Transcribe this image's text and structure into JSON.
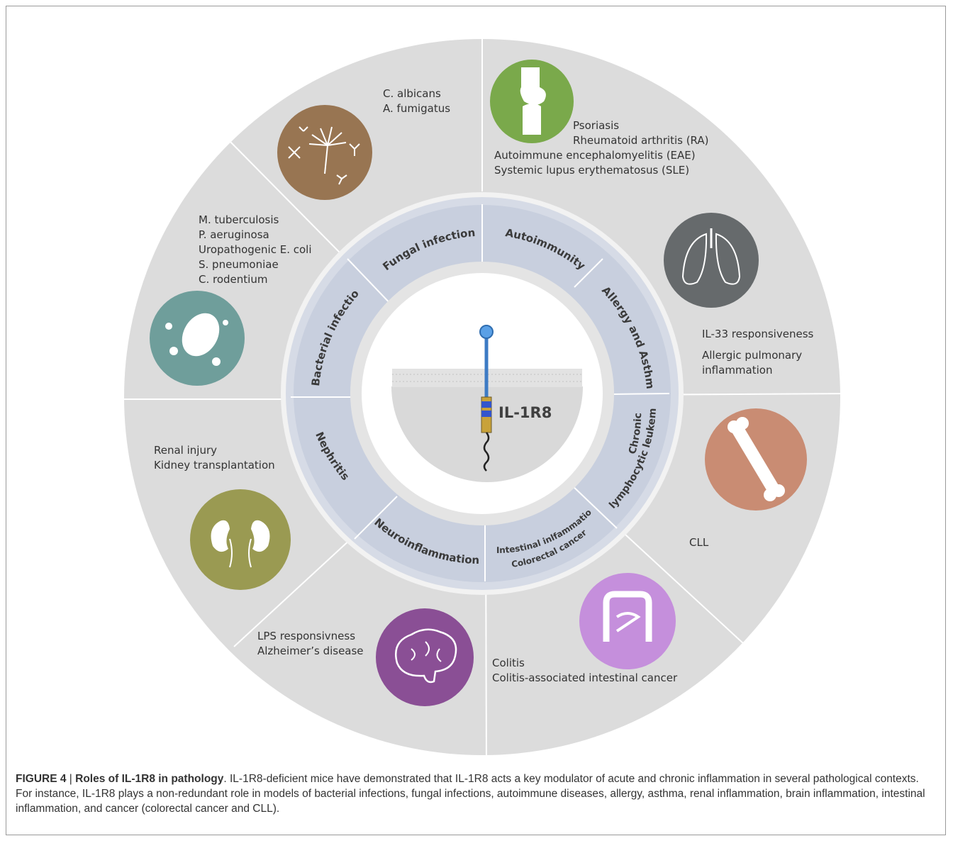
{
  "center": {
    "label": "IL-1R8"
  },
  "segments": [
    {
      "label": "Fungal infections"
    },
    {
      "label": "Autoimmunity"
    },
    {
      "label": "Allergy and Asthma"
    },
    {
      "label_line1": "Chronic",
      "label_line2": "lymphocytic leukemia"
    },
    {
      "label_line1": "Intestinal inlfammation",
      "label_line2": "Colorectal cancer"
    },
    {
      "label": "Neuroinflammation"
    },
    {
      "label": "Nephritis"
    },
    {
      "label": "Bacterial infections"
    }
  ],
  "outer": {
    "fungal": [
      "C. albicans",
      "A. fumigatus"
    ],
    "autoimmunity": [
      "Psoriasis",
      "Rheumatoid arthritis (RA)",
      "Autoimmune encephalomyelitis (EAE)",
      "Systemic lupus erythematosus (SLE)"
    ],
    "bacterial": [
      "M. tuberculosis",
      "P. aeruginosa",
      "Uropathogenic E. coli",
      "S. pneumoniae",
      "C. rodentium"
    ],
    "allergy": [
      "IL-33 responsiveness",
      "Allergic pulmonary",
      "inflammation"
    ],
    "renal": [
      "Renal injury",
      "Kidney transplantation"
    ],
    "cll": [
      "CLL"
    ],
    "neuro": [
      "LPS responsivness",
      "Alzheimer’s disease"
    ],
    "colitis": [
      "Colitis",
      "Colitis-associated intestinal cancer"
    ]
  },
  "icons": {
    "fungi": "#987552",
    "joint": "#7aa94b",
    "lungs": "#666a6c",
    "bacteria": "#6f9e9b",
    "bone": "#c98c73",
    "kidney": "#9a9a52",
    "intestine": "#c58fdc",
    "brain": "#8a4f95"
  },
  "caption": {
    "figure_label": "FIGURE 4",
    "separator": " | ",
    "title": "Roles of IL-1R8 in pathology",
    "text": ". IL-1R8-deficient mice have demonstrated that IL-1R8 acts a key modulator of acute and chronic inflammation in several pathological contexts. For instance, IL-1R8 plays a non-redundant role in models of bacterial infections, fungal infections, autoimmune diseases, allergy, asthma, renal inflammation, brain inflammation, intestinal inflammation, and cancer (colorectal cancer and CLL)."
  }
}
